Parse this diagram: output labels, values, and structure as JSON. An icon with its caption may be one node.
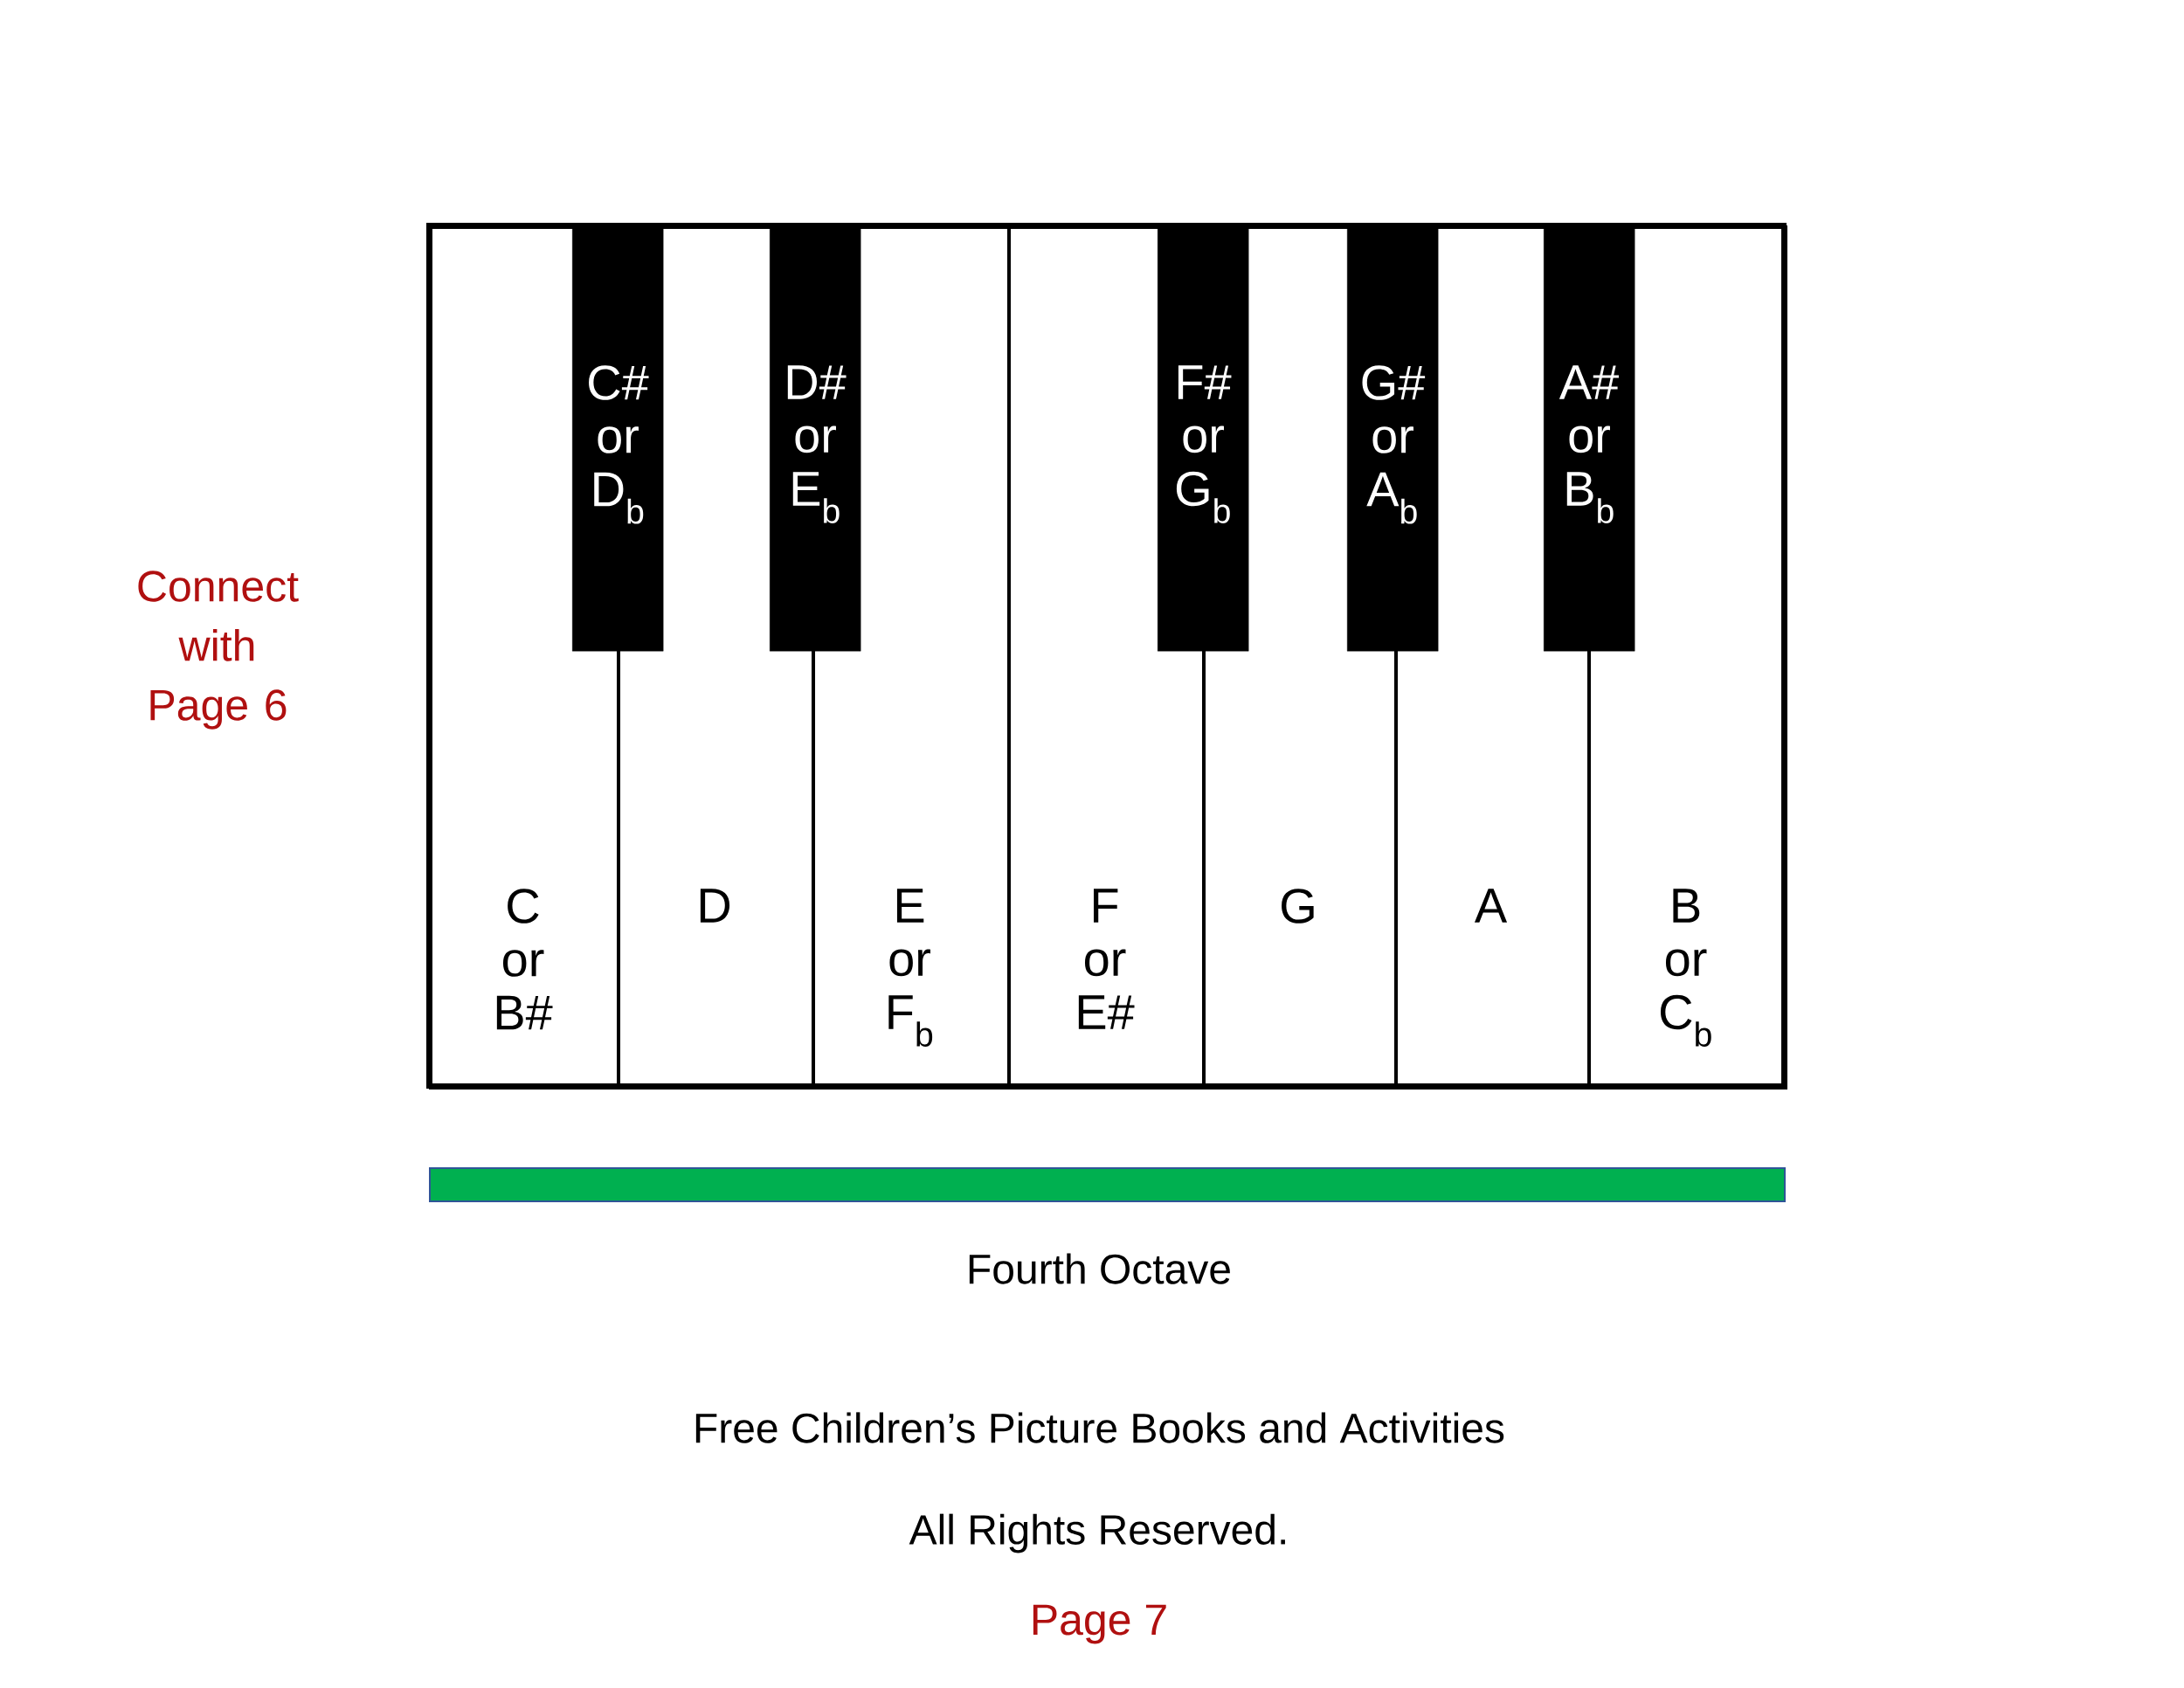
{
  "diagram": {
    "nodes": [
      {
        "text": [
          "C or B#"
        ]
      },
      {
        "text": [
          "D"
        ]
      },
      {
        "text": [
          "E or F$_{b}$"
        ]
      },
      {
        "text": [
          "F or E#"
        ]
      },
      {
        "text": [
          "G"
        ]
      },
      {
        "text": [
          "A"
        ]
      },
      {
        "text": [
          "B or C$_{b}$"
        ]
      },
      {
        "text": [
          "C# or D$_{b}$"
        ]
      },
      {
        "text": [
          "D# or E$_{b}$"
        ]
      },
      {
        "text": [
          "F# or G$_{b}$"
        ]
      },
      {
        "text": [
          "G# or A$_{b}$"
        ]
      },
      {
        "text": [
          "A# or B$_{b}$"
        ]
      },
      {
        "text": [],
        "shape": "bar",
        "beside": [
          "Fourth Octave"
        ]
      }
    ],
    "labels": [
      "Connect with Page 6",
      "Free Children’s Picture Books and Activities",
      "All Rights Reserved.",
      "Page 7"
    ]
  }
}
